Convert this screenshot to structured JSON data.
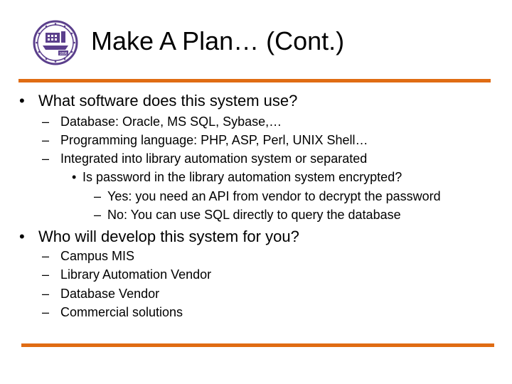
{
  "colors": {
    "accent": "#e06c13",
    "seal": "#5b3f8c"
  },
  "logo": {
    "icon": "university-seal-icon",
    "year": "1896"
  },
  "slide": {
    "title": "Make A Plan… (Cont.)",
    "sections": [
      {
        "bullet": "•",
        "text": "What software does this system use?",
        "items": [
          {
            "marker": "–",
            "text": "Database: Oracle, MS SQL, Sybase,…"
          },
          {
            "marker": "–",
            "text": "Programming language: PHP, ASP, Perl, UNIX Shell…"
          },
          {
            "marker": "–",
            "text": "Integrated into library automation system or separated"
          },
          {
            "marker": "•",
            "text": "Is password in the library automation system encrypted?"
          },
          {
            "marker": "–",
            "text": "Yes: you need an API from vendor to decrypt the password"
          },
          {
            "marker": "–",
            "text": "No: You can use SQL directly to query the database"
          }
        ]
      },
      {
        "bullet": "•",
        "text": "Who will develop this system for you?",
        "items": [
          {
            "marker": "–",
            "text": "Campus MIS"
          },
          {
            "marker": "–",
            "text": "Library Automation Vendor"
          },
          {
            "marker": "–",
            "text": "Database Vendor"
          },
          {
            "marker": "–",
            "text": "Commercial solutions"
          }
        ]
      }
    ]
  }
}
